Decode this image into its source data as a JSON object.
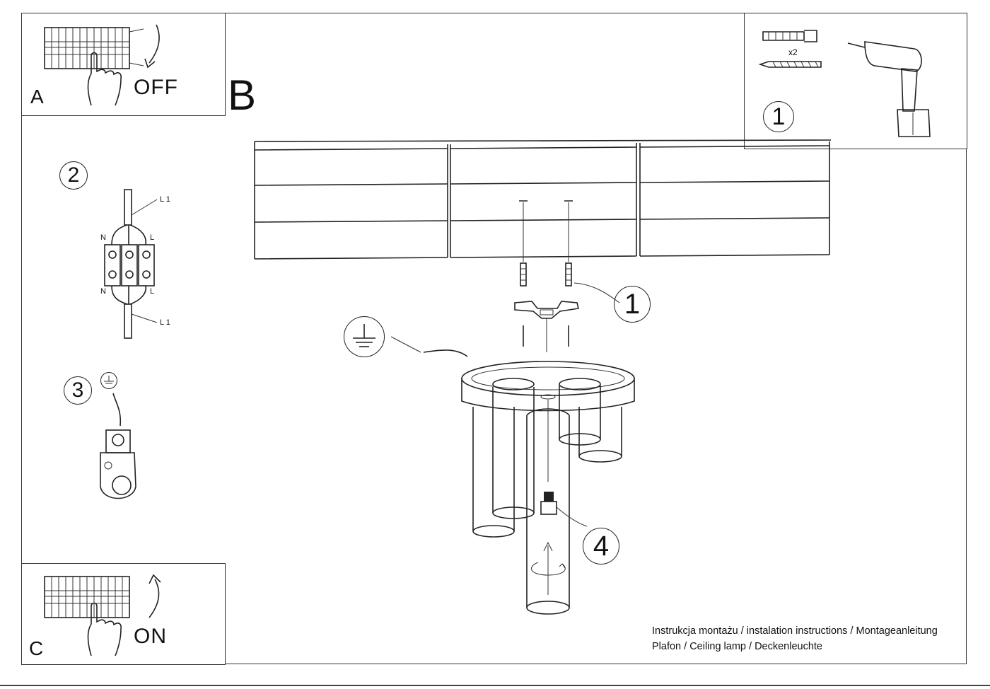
{
  "section_b": {
    "letter": "B"
  },
  "panel_a": {
    "letter": "A",
    "label": "OFF",
    "breaker_icon": "circuit-breaker-icon",
    "hand_icon": "hand-pointer-icon"
  },
  "panel_c": {
    "letter": "C",
    "label": "ON",
    "breaker_icon": "circuit-breaker-icon",
    "hand_icon": "hand-pointer-icon"
  },
  "tools_panel": {
    "step": "1",
    "quantity": "x2",
    "drill_icon": "power-drill-icon"
  },
  "wiring": {
    "step": "2",
    "labels": [
      "L 1",
      "N",
      "L",
      "N",
      "L",
      "L 1"
    ]
  },
  "ground": {
    "step": "3",
    "ground_icon": "earth-ground-icon"
  },
  "callouts": {
    "mount": "1",
    "screw": "4"
  },
  "footer": {
    "line1": "Instrukcja montażu / instalation instructions / Montageanleitung",
    "line2": "Plafon / Ceiling lamp / Deckenleuchte"
  }
}
